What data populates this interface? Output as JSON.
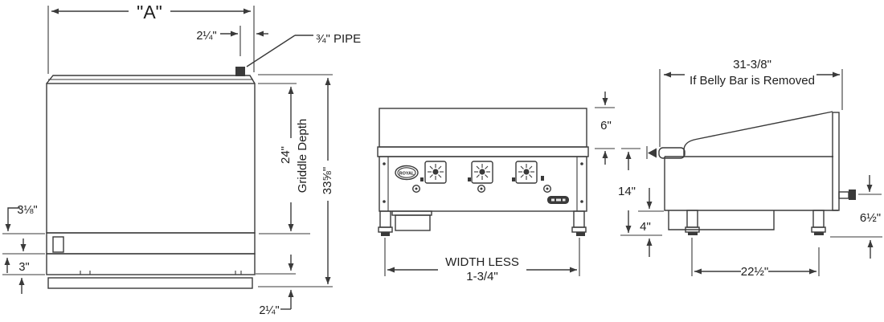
{
  "plan_view": {
    "dim_width": "\"A\"",
    "dim_pipe_offset": "2¼\"",
    "pipe_label": "¾\" PIPE",
    "dim_griddle_depth": "24\"",
    "dim_griddle_depth_label": "Griddle Depth",
    "dim_overall_depth": "33⅝\"",
    "dim_front_section": "3⅛\"",
    "dim_lower_section": "3\"",
    "dim_base_offset": "2¼\""
  },
  "front_view": {
    "dim_top_height": "6\"",
    "logo": "ROYAL",
    "dim_width_line1": "WIDTH LESS",
    "dim_width_line2": "1-3/4\""
  },
  "side_view": {
    "dim_depth_value": "31-3/8\"",
    "dim_depth_note": "If Belly Bar is Removed",
    "dim_body_height": "14\"",
    "dim_leg_height": "4\"",
    "dim_valve_height": "6½\"",
    "dim_leg_spacing": "22½\""
  }
}
